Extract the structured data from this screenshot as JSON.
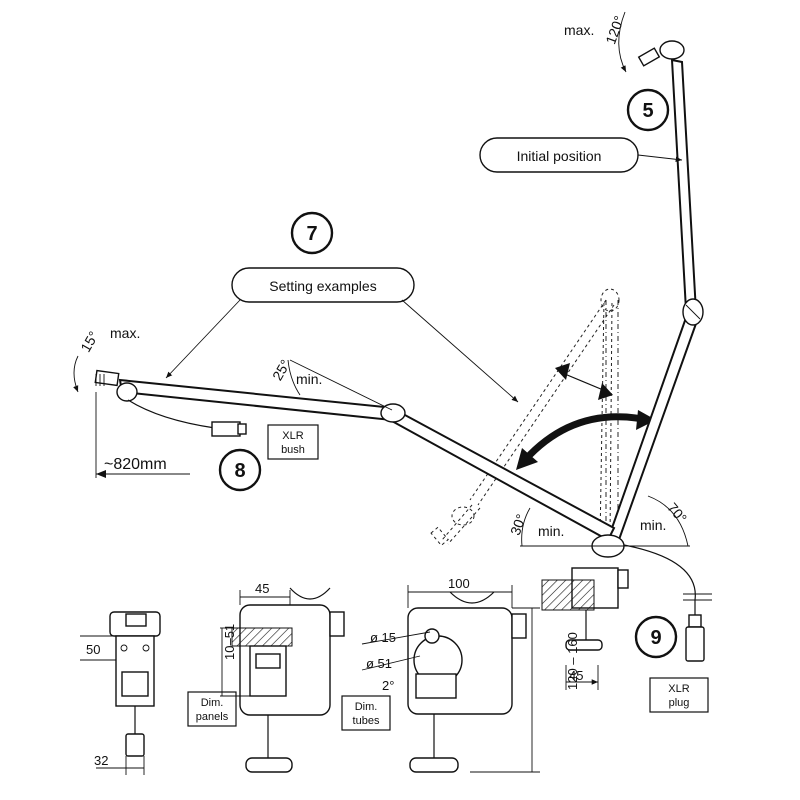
{
  "callouts": {
    "five": "5",
    "seven": "7",
    "eight": "8",
    "nine": "9"
  },
  "labels": {
    "initial_position": "Initial position",
    "setting_examples": "Setting examples",
    "xlr_bush": [
      "XLR",
      "bush"
    ],
    "xlr_plug": [
      "XLR",
      "plug"
    ],
    "dim_panels": [
      "Dim.",
      "panels"
    ],
    "dim_tubes": [
      "Dim.",
      "tubes"
    ]
  },
  "angles": {
    "top_max": "max.",
    "top_angle": "120°",
    "left_max": "max.",
    "left_angle": "15°",
    "mid_angle": "25°",
    "mid_min": "min.",
    "base_left_angle": "30°",
    "base_left_min": "min.",
    "base_right_angle": "70°",
    "base_right_min": "min."
  },
  "dimensions": {
    "reach": "~820mm",
    "clamp_width_small": "45",
    "clamp_side_width": "45",
    "clamp_tube_width": "100",
    "panel_range": "10–51",
    "overall_height": "120 – 160",
    "tube_d15": "ø 15",
    "tube_d51": "ø 51",
    "tube_angle": "2°",
    "front_height": "50",
    "front_width": "32"
  }
}
